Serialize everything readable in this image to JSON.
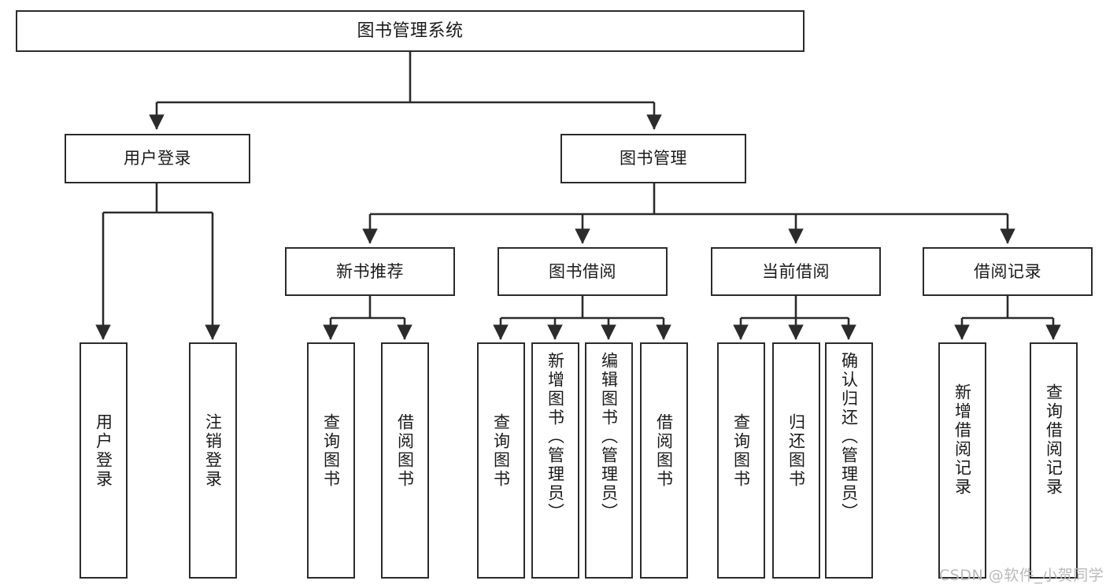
{
  "diagram": {
    "title": "图书管理系统",
    "type": "tree",
    "orientation": "top-down",
    "colors": {
      "box_border": "#2b2b2b",
      "box_fill": "#ffffff",
      "connector": "#2b2b2b",
      "text": "#1a1a1a",
      "watermark": "#b9b9b9",
      "background": "#ffffff"
    }
  },
  "nodes": {
    "root": {
      "label": "图书管理系统",
      "level": 1
    },
    "level2": [
      {
        "id": "user-login",
        "label": "用户登录"
      },
      {
        "id": "book-management",
        "label": "图书管理"
      }
    ],
    "level3": [
      {
        "id": "new-book-recommend",
        "label": "新书推荐",
        "parent": "book-management"
      },
      {
        "id": "book-borrow",
        "label": "图书借阅",
        "parent": "book-management"
      },
      {
        "id": "current-borrow",
        "label": "当前借阅",
        "parent": "book-management"
      },
      {
        "id": "borrow-record",
        "label": "借阅记录",
        "parent": "book-management"
      }
    ],
    "leaves": [
      {
        "id": "leaf-user-login",
        "label": "用户登录",
        "parent": "user-login"
      },
      {
        "id": "leaf-logout-login",
        "label": "注销登录",
        "parent": "user-login"
      },
      {
        "id": "leaf-query-book-1",
        "label": "查询图书",
        "parent": "new-book-recommend"
      },
      {
        "id": "leaf-borrow-book-1",
        "label": "借阅图书",
        "parent": "new-book-recommend"
      },
      {
        "id": "leaf-query-book-2",
        "label": "查询图书",
        "parent": "book-borrow"
      },
      {
        "id": "leaf-add-book",
        "label": "新增图书（管理员）",
        "parent": "book-borrow"
      },
      {
        "id": "leaf-edit-book",
        "label": "编辑图书（管理员）",
        "parent": "book-borrow"
      },
      {
        "id": "leaf-borrow-book-2",
        "label": "借阅图书",
        "parent": "book-borrow"
      },
      {
        "id": "leaf-query-book-3",
        "label": "查询图书",
        "parent": "current-borrow"
      },
      {
        "id": "leaf-return-book",
        "label": "归还图书",
        "parent": "current-borrow"
      },
      {
        "id": "leaf-confirm-return",
        "label": "确认归还（管理员）",
        "parent": "current-borrow"
      },
      {
        "id": "leaf-add-record",
        "label": "新增借阅记录",
        "parent": "borrow-record"
      },
      {
        "id": "leaf-query-record",
        "label": "查询借阅记录",
        "parent": "borrow-record"
      }
    ]
  },
  "watermark": {
    "text": "CSDN @软件_小贺同学"
  }
}
